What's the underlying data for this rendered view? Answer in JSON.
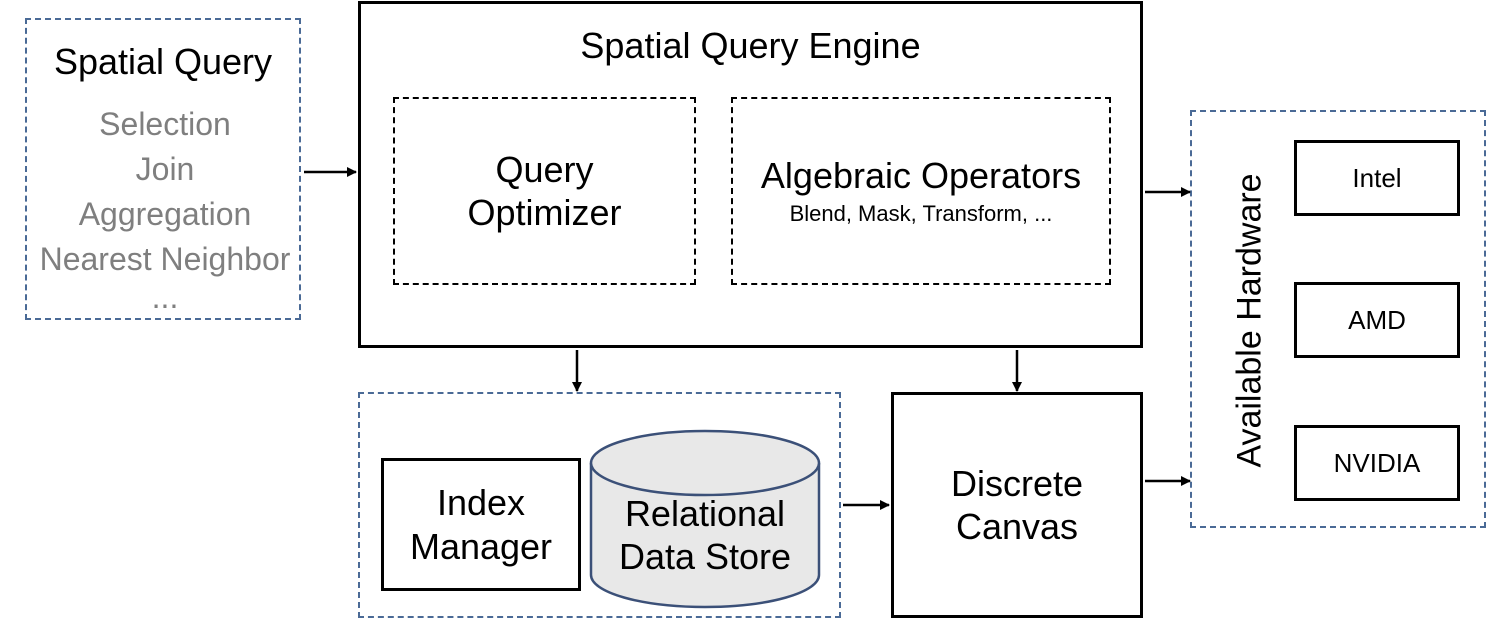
{
  "spatial_query": {
    "title": "Spatial Query",
    "items": [
      "Selection",
      "Join",
      "Aggregation",
      "Nearest Neighbor",
      "..."
    ]
  },
  "engine": {
    "title": "Spatial Query Engine",
    "optimizer": {
      "line1": "Query",
      "line2": "Optimizer"
    },
    "operators": {
      "title": "Algebraic Operators",
      "subtitle": "Blend, Mask, Transform, ..."
    }
  },
  "storage": {
    "index_manager": {
      "line1": "Index",
      "line2": "Manager"
    },
    "data_store": {
      "line1": "Relational",
      "line2": "Data Store"
    }
  },
  "canvas": {
    "line1": "Discrete",
    "line2": "Canvas"
  },
  "hardware": {
    "label": "Available Hardware",
    "vendors": [
      "Intel",
      "AMD",
      "NVIDIA"
    ]
  },
  "colors": {
    "dashed_border": "#4a6a96",
    "muted_text": "#7f7f7f",
    "cylinder_fill": "#e8e8e8",
    "cylinder_stroke": "#3b5078"
  }
}
